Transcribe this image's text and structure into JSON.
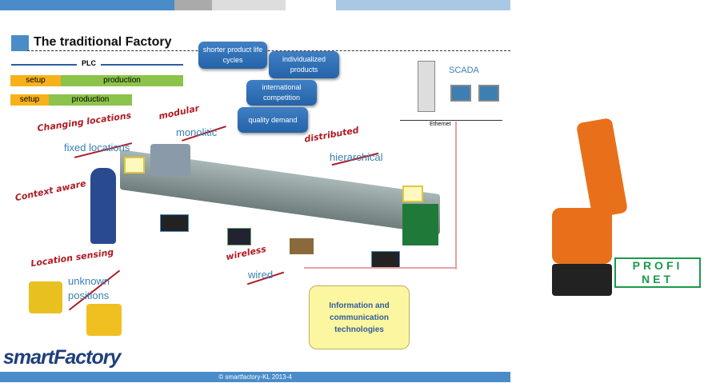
{
  "slide": {
    "title": "The traditional Factory",
    "footer": "© smartfactory-KL 2013-4",
    "logo": "smartFactory"
  },
  "plc": {
    "label": "PLC",
    "row1": {
      "setup": "setup",
      "production": "production"
    },
    "row2": {
      "setup": "setup",
      "production": "production"
    }
  },
  "bubbles": [
    "shorter product life cycles",
    "individualized products",
    "international competition",
    "quality demand"
  ],
  "annotations": [
    {
      "new": "Changing locations",
      "old": "fixed locations"
    },
    {
      "new": "modular",
      "old": "monolitic"
    },
    {
      "new": "distributed",
      "old": "hierarchical"
    },
    {
      "new": "Context aware"
    },
    {
      "new": "Location sensing",
      "old": "unknown positions"
    },
    {
      "new": "wireless",
      "old": "wired"
    }
  ],
  "scada": {
    "label": "SCADA",
    "network": "Ethernet"
  },
  "callout": "Information and communication technologies",
  "profinet": {
    "text": "PROFI NET"
  },
  "colors": {
    "blue": "#4a8cc8",
    "orange": "#f6b11b",
    "green": "#8cc34a",
    "red": "#b01c24",
    "yellow": "#fdf6a0"
  }
}
